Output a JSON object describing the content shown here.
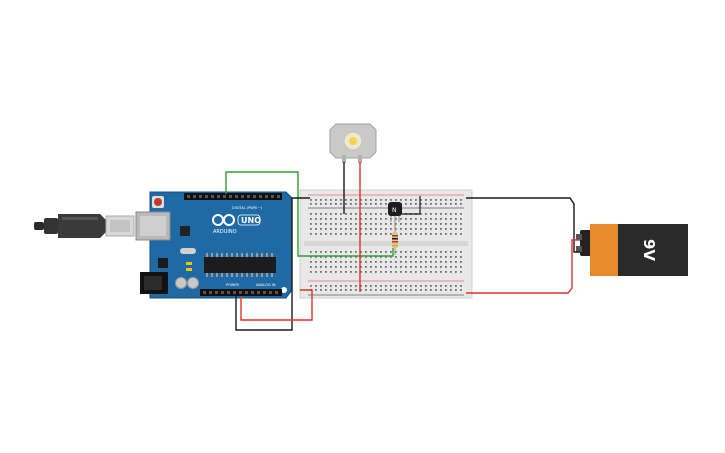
{
  "arduino": {
    "brand_text": "ARDUINO",
    "model_text": "UNO",
    "digital_label": "DIGITAL (PWM ~)",
    "power_label": "POWER",
    "analog_label": "ANALOG IN"
  },
  "battery": {
    "voltage_label": "9V"
  },
  "transistor": {
    "label": "N"
  },
  "colors": {
    "board": "#1f6aa5",
    "wire_red": "#e0302a",
    "wire_black": "#1a1a1a",
    "wire_green": "#2ca02c",
    "battery_orange": "#e8892b",
    "battery_body": "#2a2a2a"
  }
}
